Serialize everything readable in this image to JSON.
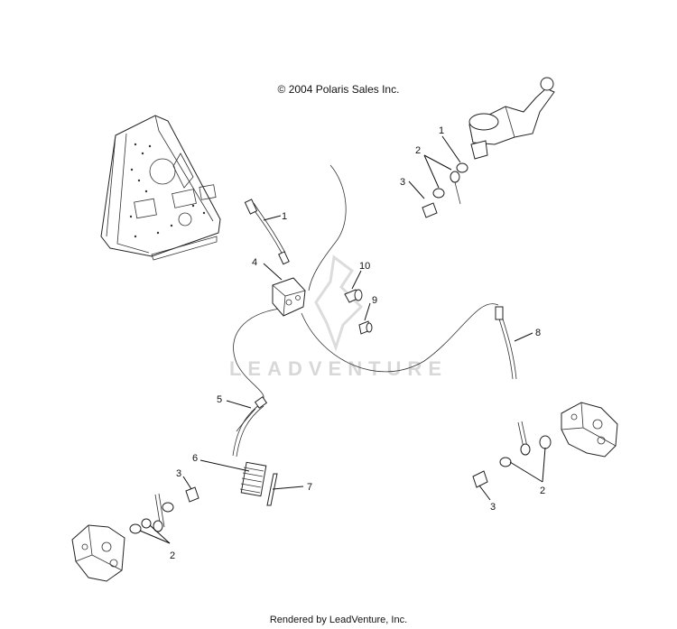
{
  "header": {
    "copyright": "© 2004 Polaris Sales Inc."
  },
  "watermark": {
    "text": "LEADVENTURE"
  },
  "footer": {
    "text": "Rendered by LeadVenture, Inc."
  },
  "callouts": [
    {
      "id": "c1-top",
      "label": "1"
    },
    {
      "id": "c2-top",
      "label": "2"
    },
    {
      "id": "c3-top",
      "label": "3"
    },
    {
      "id": "c1-mid",
      "label": "1"
    },
    {
      "id": "c4",
      "label": "4"
    },
    {
      "id": "c10",
      "label": "10"
    },
    {
      "id": "c9",
      "label": "9"
    },
    {
      "id": "c8",
      "label": "8"
    },
    {
      "id": "c5",
      "label": "5"
    },
    {
      "id": "c6",
      "label": "6"
    },
    {
      "id": "c7",
      "label": "7"
    },
    {
      "id": "c3-left",
      "label": "3"
    },
    {
      "id": "c2-left",
      "label": "2"
    },
    {
      "id": "c3-right",
      "label": "3"
    },
    {
      "id": "c2-right",
      "label": "2"
    }
  ]
}
